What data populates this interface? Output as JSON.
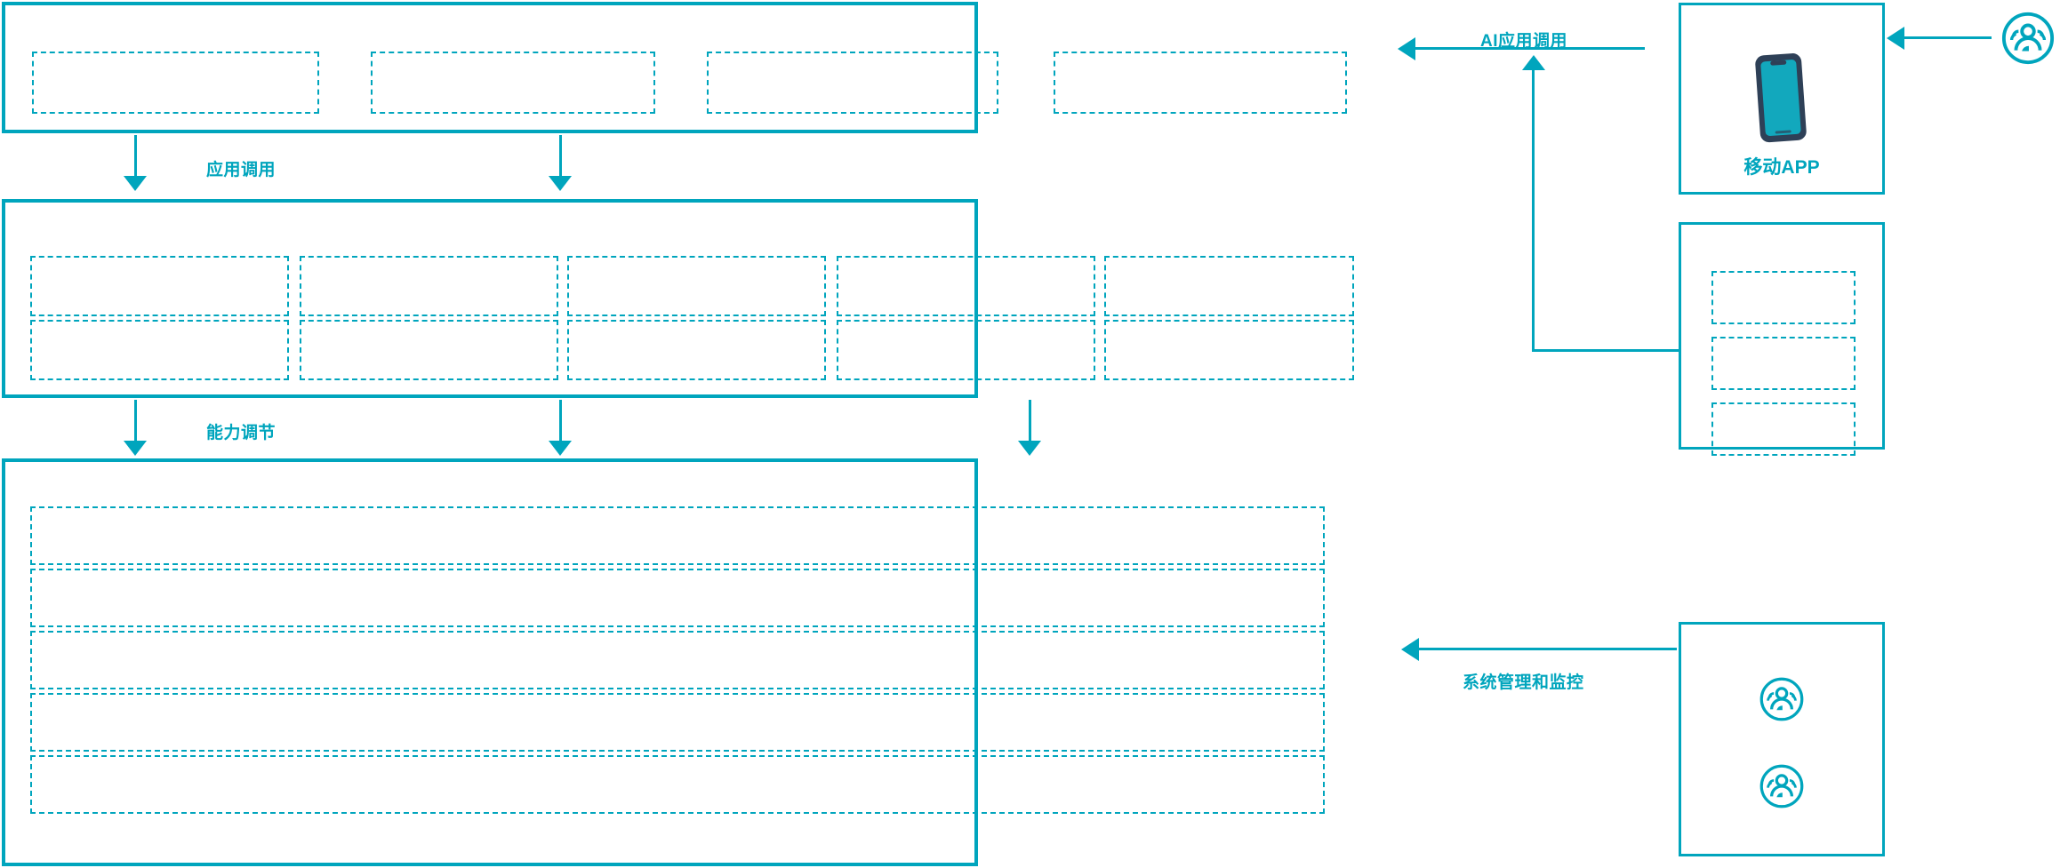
{
  "diagram": {
    "accent_color": "#00a5bd",
    "phone_dark_color": "#2e4057",
    "background": "#ffffff"
  },
  "layers": [
    {
      "id": "application-layer",
      "slot_count": 4,
      "slots": [
        {
          "label": ""
        },
        {
          "label": ""
        },
        {
          "label": ""
        },
        {
          "label": ""
        }
      ]
    },
    {
      "id": "capability-layer",
      "columns": 5,
      "rows": 2,
      "slots": [
        {
          "label": ""
        },
        {
          "label": ""
        },
        {
          "label": ""
        },
        {
          "label": ""
        },
        {
          "label": ""
        },
        {
          "label": ""
        },
        {
          "label": ""
        },
        {
          "label": ""
        },
        {
          "label": ""
        },
        {
          "label": ""
        }
      ]
    },
    {
      "id": "platform-layer",
      "slot_count": 5,
      "slots": [
        {
          "label": ""
        },
        {
          "label": ""
        },
        {
          "label": ""
        },
        {
          "label": ""
        },
        {
          "label": ""
        }
      ]
    }
  ],
  "edge_labels": {
    "application_call": "应用调用",
    "capability_adjust": "能力调节",
    "ai_application_call": "AI应用调用",
    "system_management_monitoring": "系统管理和监控"
  },
  "right_column": {
    "mobile_app": {
      "label": "移动APP",
      "icon": "smartphone-icon"
    },
    "middle_box": {
      "label": "",
      "slot_count": 3,
      "slots": [
        {
          "label": ""
        },
        {
          "label": ""
        },
        {
          "label": ""
        }
      ]
    },
    "bottom_box": {
      "label": "",
      "icons": [
        "user-group-icon",
        "user-group-icon"
      ]
    },
    "external_actor": {
      "icon": "user-group-icon",
      "label": ""
    }
  }
}
